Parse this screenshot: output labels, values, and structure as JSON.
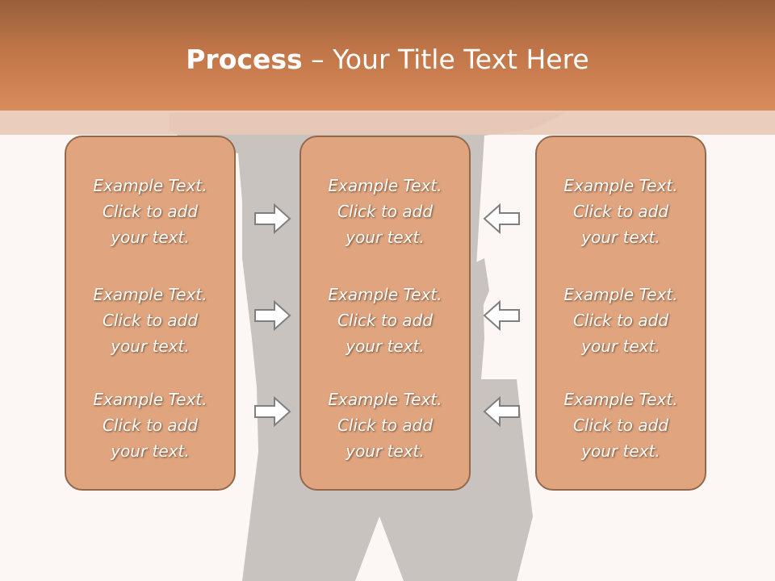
{
  "slide": {
    "title_bold": "Process",
    "title_rest": " – Your Title Text Here",
    "colors": {
      "title_band_top": "#98603a",
      "title_band_bottom": "#d98c5c",
      "box_fill": "#e0a57f",
      "box_border": "#93694e",
      "silhouette": "#c9c3bf",
      "background": "#fcf7f4"
    },
    "boxes": [
      {
        "items": [
          {
            "line1": "Example Text.",
            "line2": "Click  to add",
            "line3": "your text."
          },
          {
            "line1": "Example Text.",
            "line2": "Click  to add",
            "line3": "your text."
          },
          {
            "line1": "Example Text.",
            "line2": "Click  to add",
            "line3": "your text."
          }
        ]
      },
      {
        "items": [
          {
            "line1": "Example Text.",
            "line2": "Click  to add",
            "line3": "your text."
          },
          {
            "line1": "Example Text.",
            "line2": "Click  to add",
            "line3": "your text."
          },
          {
            "line1": "Example Text.",
            "line2": "Click  to add",
            "line3": "your text."
          }
        ]
      },
      {
        "items": [
          {
            "line1": "Example Text.",
            "line2": "Click  to add",
            "line3": "your text."
          },
          {
            "line1": "Example Text.",
            "line2": "Click  to add",
            "line3": "your text."
          },
          {
            "line1": "Example Text.",
            "line2": "Click  to add",
            "line3": "your text."
          }
        ]
      }
    ],
    "arrows": {
      "left_column": "arrow-right-icon",
      "right_column": "arrow-left-icon"
    }
  }
}
